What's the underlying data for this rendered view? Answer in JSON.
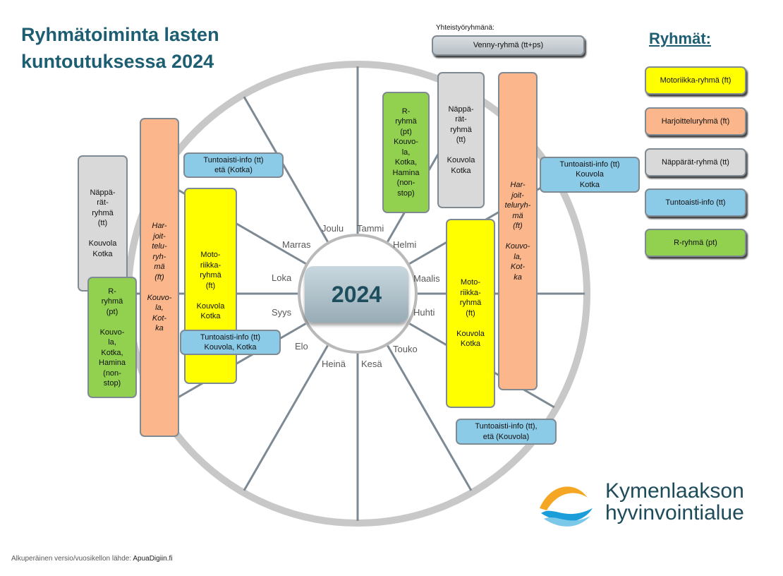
{
  "title": "Ryhmätoiminta lasten\nkuntoutuksessa 2024",
  "legend": {
    "title": "Ryhmät:",
    "items": [
      {
        "label": "Motoriikka-ryhmä (ft)",
        "color": "#ffff00"
      },
      {
        "label": "Harjoitteluryhmä (ft)",
        "color": "#fbb68c"
      },
      {
        "label": "Näppärät-ryhmä (tt)",
        "color": "#d9d9d9"
      },
      {
        "label": "Tuntoaisti-info (tt)",
        "color": "#8ccbe8"
      },
      {
        "label": "R-ryhmä (pt)",
        "color": "#92d050"
      }
    ]
  },
  "wheel": {
    "center_label": "2024",
    "months": [
      "Tammi",
      "Helmi",
      "Maalis",
      "Huhti",
      "Touko",
      "Kesä",
      "Heinä",
      "Elo",
      "Syys",
      "Loka",
      "Marras",
      "Joulu"
    ]
  },
  "cooperation": {
    "label": "Yhteistyöryhmänä:",
    "group": "Venny-ryhmä (tt+ps)"
  },
  "groups": {
    "spring_r": "R-\nryhmä\n(pt)\nKouvo-\nla,\nKotka,\nHamina\n(non-\nstop)",
    "spring_nappa": "Näppä-\nrät-\nryhmä\n(tt)\n\nKouvola\nKotka",
    "spring_harjoittelu": "Har-\njoit-\nteluryh-\nmä\n(ft)\n\nKouvo-\nla,\nKot-\nka",
    "spring_tuntoaisti_1": "Tuntoaisti-info (tt)\nKouvola\nKotka",
    "spring_motoriikka": "Moto-\nriikka-\nryhmä\n(ft)\n\nKouvola\nKotka",
    "spring_tuntoaisti_2": "Tuntoaisti-info (tt),\netä (Kouvola)",
    "autumn_nappa": "Näppä-\nrät-\nryhmä\n(tt)\n\nKouvola\nKotka",
    "autumn_r": "R-\nryhmä\n(pt)\n\nKouvo-\nla,\nKotka,\nHamina\n(non-\nstop)",
    "autumn_harjoittelu": "Har-\njoit-\ntelu-\nryh-\nmä\n(ft)\n\nKouvo-\nla,\nKot-\nka",
    "autumn_tuntoaisti_1": "Tuntoaisti-info (tt)\netä (Kotka)",
    "autumn_motoriikka": "Moto-\nriikka-\nryhmä\n(ft)\n\nKouvola\nKotka",
    "autumn_tuntoaisti_2": "Tuntoaisti-info (tt)\nKouvola, Kotka"
  },
  "logo": {
    "text": "Kymenlaakson\nhyvinvointialue",
    "colors": {
      "orange": "#f5a623",
      "blue": "#1a9dd9",
      "teal": "#1d4b5a"
    }
  },
  "footer": {
    "source_label": "Alkuperäinen versio/vuosikellon lähde:",
    "source_value": "ApuaDigiin.fi"
  }
}
